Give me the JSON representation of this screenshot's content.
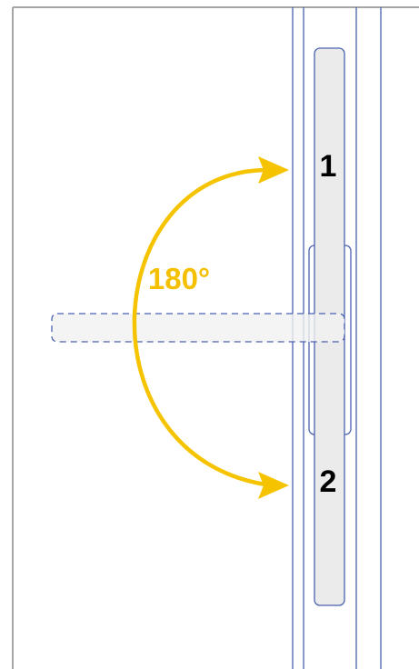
{
  "diagram": {
    "labels": {
      "position_1": "1",
      "position_2": "2",
      "rotation_angle": "180°"
    }
  },
  "colors": {
    "frame_line": "#4a62b0",
    "handle_fill": "#ebebeb",
    "ghost_fill": "#f1f1f3",
    "arrow": "#f6c300",
    "angle_text": "#f4c000",
    "number_text": "#000000",
    "border": "#a6a6a6"
  }
}
